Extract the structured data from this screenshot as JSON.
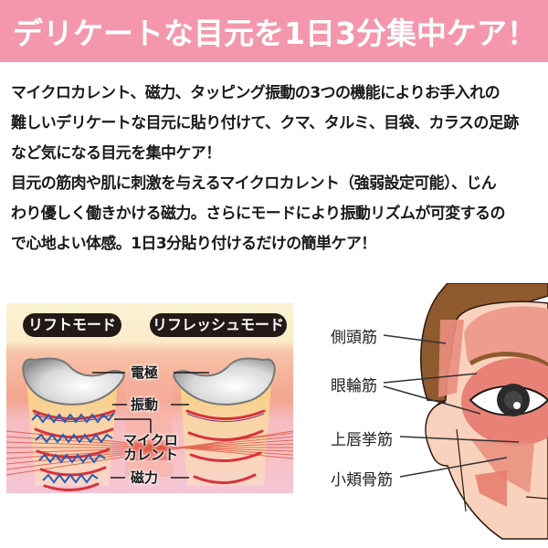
{
  "banner": {
    "title": "デリケートな目元を1日3分集中ケア！",
    "background_color": "#F497AD",
    "text_color": "#FFFFFF"
  },
  "description": {
    "lines": [
      "マイクロカレント、磁力、タッピング振動の3つの機能によりお手入れの",
      "難しいデリケートな目元に貼り付けて、クマ、タルミ、目袋、カラスの足跡",
      "など気になる目元を集中ケア！",
      "目元の筋肉や肌に刺激を与えるマイクロカレント（強弱設定可能）、じん",
      "わり優しく働きかける磁力。さらにモードにより振動リズムが可変するの",
      "で心地よい体感。1日3分貼り付けるだけの簡単ケア！"
    ]
  },
  "mode_illustration": {
    "modes": [
      {
        "label": "リフトモード"
      },
      {
        "label": "リフレッシュモード"
      }
    ],
    "labels": {
      "electrode": "電極",
      "vibration": "振動",
      "microcurrent_line1": "マイクロ",
      "microcurrent_line2": "カレント",
      "magnetic": "磁力"
    }
  },
  "face_illustration": {
    "muscles": [
      {
        "label": "側頭筋"
      },
      {
        "label": "眼輪筋"
      },
      {
        "label": "上唇挙筋"
      },
      {
        "label": "小頬骨筋"
      }
    ]
  }
}
